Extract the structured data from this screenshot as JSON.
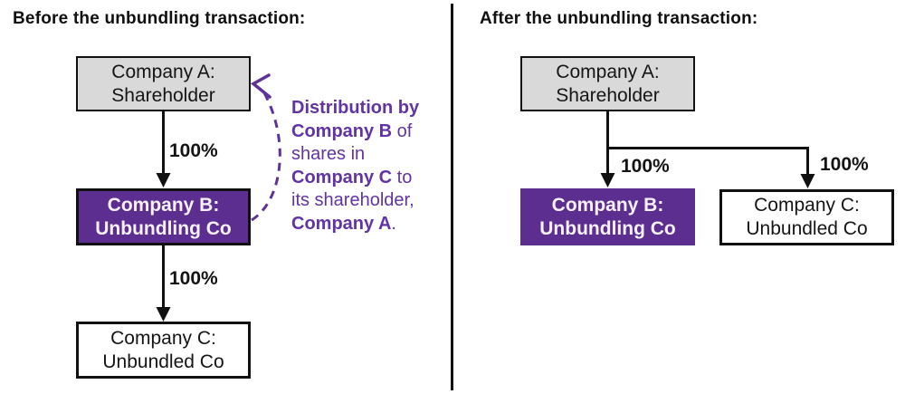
{
  "colors": {
    "purple_box": "#5c2e8f",
    "purple_text": "#6233a2",
    "purple_dash": "#5e3399",
    "gray_box": "#d9d9d9",
    "line_color": "#111111"
  },
  "left_panel": {
    "heading": "Before the unbundling transaction:",
    "boxes": {
      "company_a": {
        "line1": "Company A:",
        "line2": "Shareholder"
      },
      "company_b": {
        "line1": "Company B:",
        "line2": "Unbundling Co"
      },
      "company_c": {
        "line1": "Company C:",
        "line2": "Unbundled Co"
      }
    },
    "ownership_labels": {
      "a_to_b": "100%",
      "b_to_c": "100%"
    },
    "annotation": {
      "line1_bold": "Distribution by",
      "line2_bold": "Company B",
      "line2_rest": " of",
      "line3": "shares in",
      "line4_bold": "Company C",
      "line4_rest": " to",
      "line5": "its shareholder,",
      "line6_bold": "Company A",
      "line6_rest": "."
    }
  },
  "right_panel": {
    "heading": "After the unbundling transaction:",
    "boxes": {
      "company_a": {
        "line1": "Company A:",
        "line2": "Shareholder"
      },
      "company_b": {
        "line1": "Company B:",
        "line2": "Unbundling Co"
      },
      "company_c": {
        "line1": "Company C:",
        "line2": "Unbundled Co"
      }
    },
    "ownership_labels": {
      "a_to_b": "100%",
      "a_to_c": "100%"
    }
  }
}
